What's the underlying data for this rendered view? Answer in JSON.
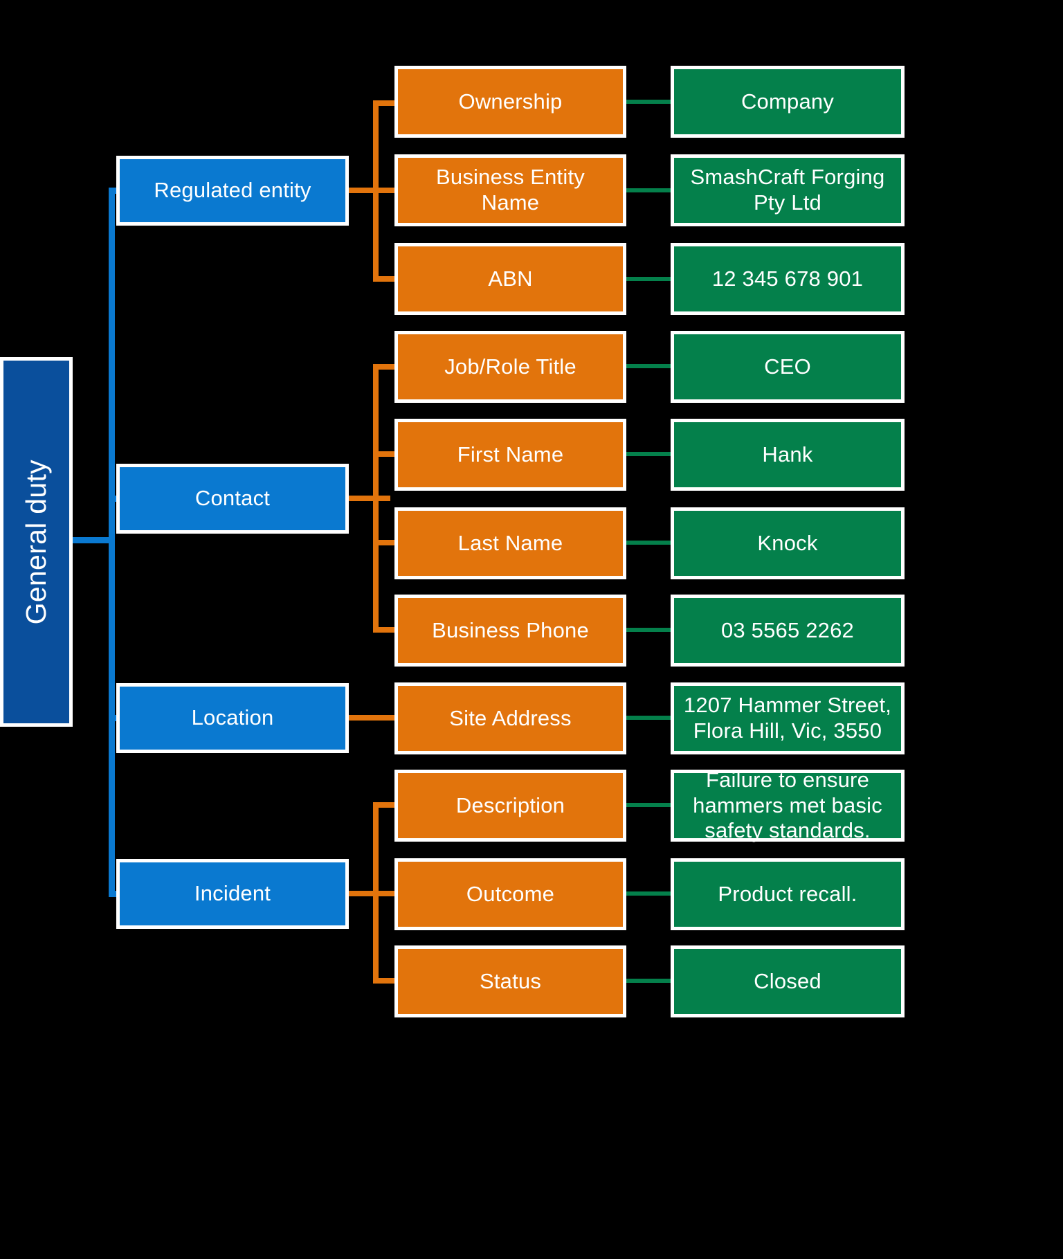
{
  "diagram": {
    "title": "General duty",
    "root": {
      "label": "General duty",
      "color": "#0a4f9c"
    },
    "palette": {
      "root": "#0a4f9c",
      "category": "#0a79d0",
      "field": "#e2740c",
      "value": "#04804b",
      "background": "#000000",
      "border": "#ffffff",
      "text": "#ffffff"
    },
    "categories": [
      {
        "label": "Regulated entity"
      },
      {
        "label": "Contact"
      },
      {
        "label": "Location"
      },
      {
        "label": "Incident"
      }
    ],
    "fields": [
      {
        "label": "Ownership",
        "value": "Company",
        "category": "Regulated entity"
      },
      {
        "label": "Business Entity Name",
        "value": "SmashCraft Forging Pty Ltd",
        "category": "Regulated entity"
      },
      {
        "label": "ABN",
        "value": "12 345 678 901",
        "category": "Regulated entity"
      },
      {
        "label": "Job/Role Title",
        "value": "CEO",
        "category": "Contact"
      },
      {
        "label": "First Name",
        "value": "Hank",
        "category": "Contact"
      },
      {
        "label": "Last Name",
        "value": "Knock",
        "category": "Contact"
      },
      {
        "label": "Business Phone",
        "value": "03 5565 2262",
        "category": "Contact"
      },
      {
        "label": "Site Address",
        "value": "1207 Hammer Street, Flora Hill, Vic, 3550",
        "category": "Location"
      },
      {
        "label": "Description",
        "value": "Failure to ensure hammers met basic safety standards.",
        "category": "Incident"
      },
      {
        "label": "Outcome",
        "value": "Product recall.",
        "category": "Incident"
      },
      {
        "label": "Status",
        "value": "Closed",
        "category": "Incident"
      }
    ]
  }
}
